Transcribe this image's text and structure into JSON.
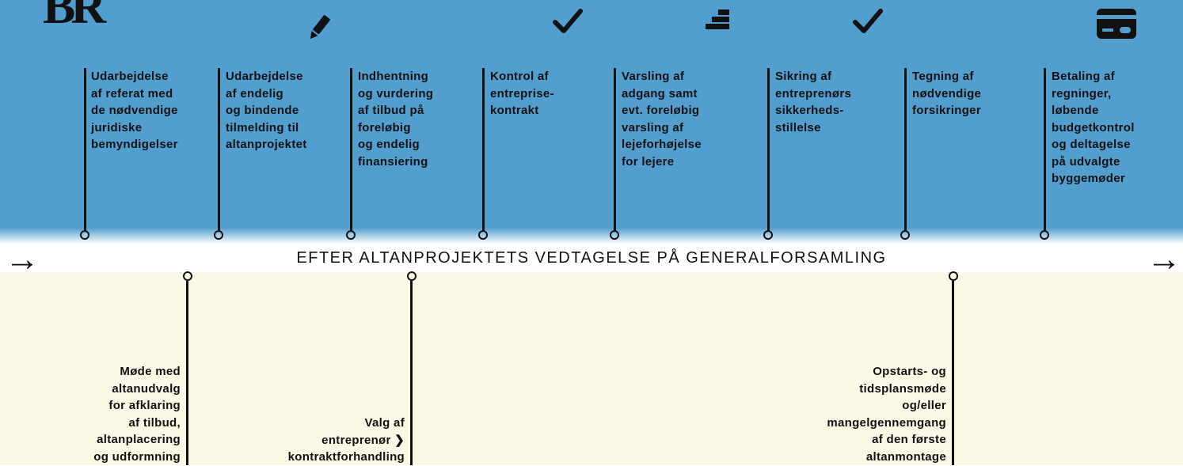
{
  "logo": "BR",
  "center_label": "EFTER ALTANPROJEKTETS VEDTAGELSE PÅ GENERALFORSAMLING",
  "icons": [
    "pencil-icon",
    "checkmark-icon",
    "stairs-icon",
    "checkmark-icon",
    "credit-card-icon"
  ],
  "top_items": [
    {
      "lines": [
        "Udarbejdelse",
        "af referat med",
        "de nødvendige",
        "juridiske",
        "bemyndigelser"
      ]
    },
    {
      "lines": [
        "Udarbejdelse",
        "af endelig",
        "og bindende",
        "tilmelding til",
        "altanprojektet"
      ]
    },
    {
      "lines": [
        "Indhentning",
        "og vurdering",
        "af tilbud på",
        "foreløbig",
        "og endelig",
        "finansiering"
      ]
    },
    {
      "lines": [
        "Kontrol af",
        "entreprise-",
        "kontrakt"
      ]
    },
    {
      "lines": [
        "Varsling af",
        "adgang samt",
        "evt. foreløbig",
        "varsling af",
        "lejeforhøjelse",
        "for lejere"
      ]
    },
    {
      "lines": [
        "Sikring af",
        "entreprenørs",
        "sikkerheds-",
        "stillelse"
      ]
    },
    {
      "lines": [
        "Tegning af",
        "nødvendige",
        "forsikringer"
      ]
    },
    {
      "lines": [
        "Betaling af",
        "regninger,",
        "løbende",
        "budgetkontrol",
        "og deltagelse",
        "på udvalgte",
        "byggemøder"
      ]
    }
  ],
  "bottom_items": [
    {
      "lines": [
        "Møde med",
        "altanudvalg",
        "for afklaring",
        "af tilbud,",
        "altanplacering",
        "og udformning"
      ]
    },
    {
      "lines": [
        "Valg af",
        "entreprenør ❯",
        "kontraktforhandling"
      ]
    },
    {
      "lines": [
        "Opstarts- og",
        "tidsplansmøde",
        "og/eller",
        "mangelgennemgang",
        "af den første",
        "altanmontage"
      ]
    }
  ]
}
